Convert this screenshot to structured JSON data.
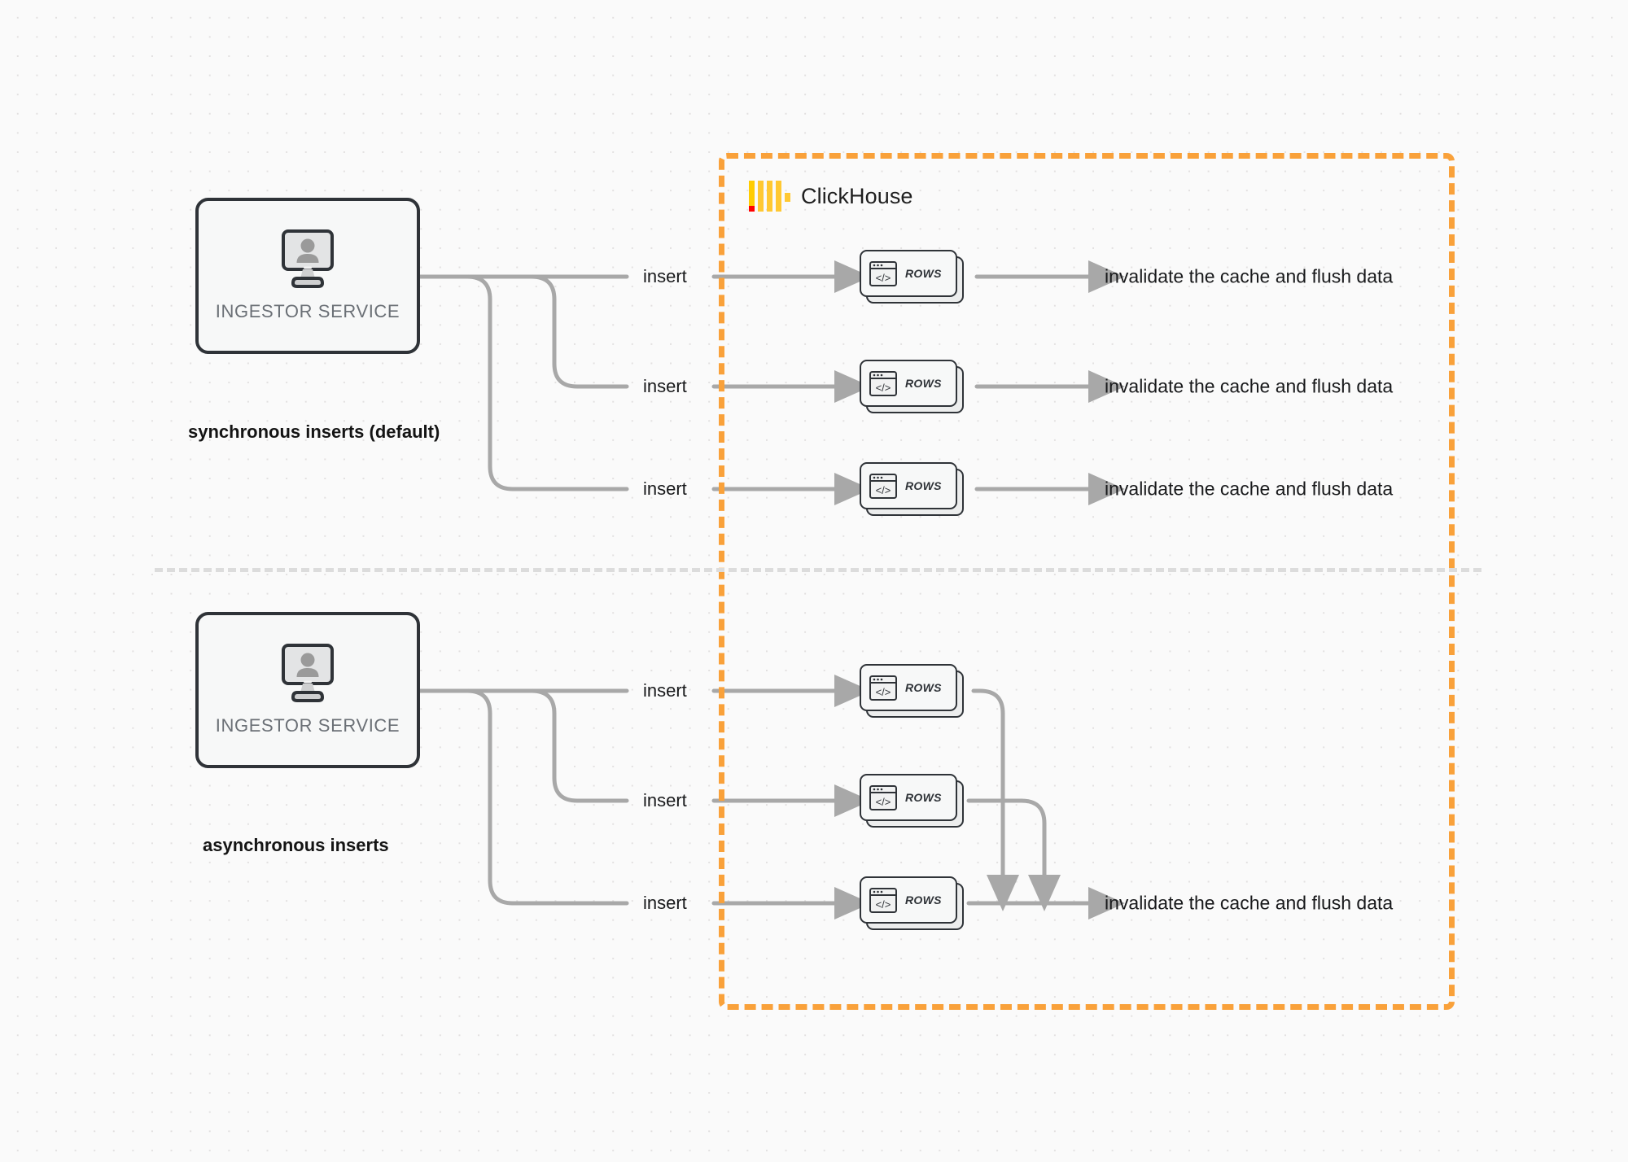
{
  "diagram": {
    "title": "ClickHouse synchronous vs asynchronous inserts",
    "background": {
      "color": "#fafafa",
      "dot_color": "#e2e0e0"
    },
    "boundary": {
      "label": "ClickHouse",
      "border_color": "#f9a13a",
      "style": "dashed"
    },
    "brand": {
      "wordmark": "ClickHouse",
      "logo_name": "clickhouse-logo",
      "logo_bar_color": "#ffc832",
      "logo_accent_color": "#ff0000"
    },
    "sections": [
      {
        "id": "synchronous",
        "caption": "synchronous inserts (default)",
        "source": {
          "label": "INGESTOR SERVICE",
          "icon": "monitor-user-icon"
        },
        "flows": [
          {
            "edge_label": "insert",
            "node_label": "ROWS",
            "outcome": "invalidate the cache and flush data"
          },
          {
            "edge_label": "insert",
            "node_label": "ROWS",
            "outcome": "invalidate the cache and flush data"
          },
          {
            "edge_label": "insert",
            "node_label": "ROWS",
            "outcome": "invalidate the cache and flush data"
          }
        ]
      },
      {
        "id": "asynchronous",
        "caption": "asynchronous inserts",
        "source": {
          "label": "INGESTOR SERVICE",
          "icon": "monitor-user-icon"
        },
        "flows": [
          {
            "edge_label": "insert",
            "node_label": "ROWS"
          },
          {
            "edge_label": "insert",
            "node_label": "ROWS"
          },
          {
            "edge_label": "insert",
            "node_label": "ROWS"
          }
        ],
        "merged_outcome": "invalidate the cache and flush data"
      }
    ],
    "colors": {
      "edge": "#a8a8a8",
      "node_border": "#2f3338",
      "node_fill": "#f7f8f8",
      "label_text": "#18191b",
      "muted_text": "#6b7076",
      "divider": "#dcdcdc"
    }
  }
}
